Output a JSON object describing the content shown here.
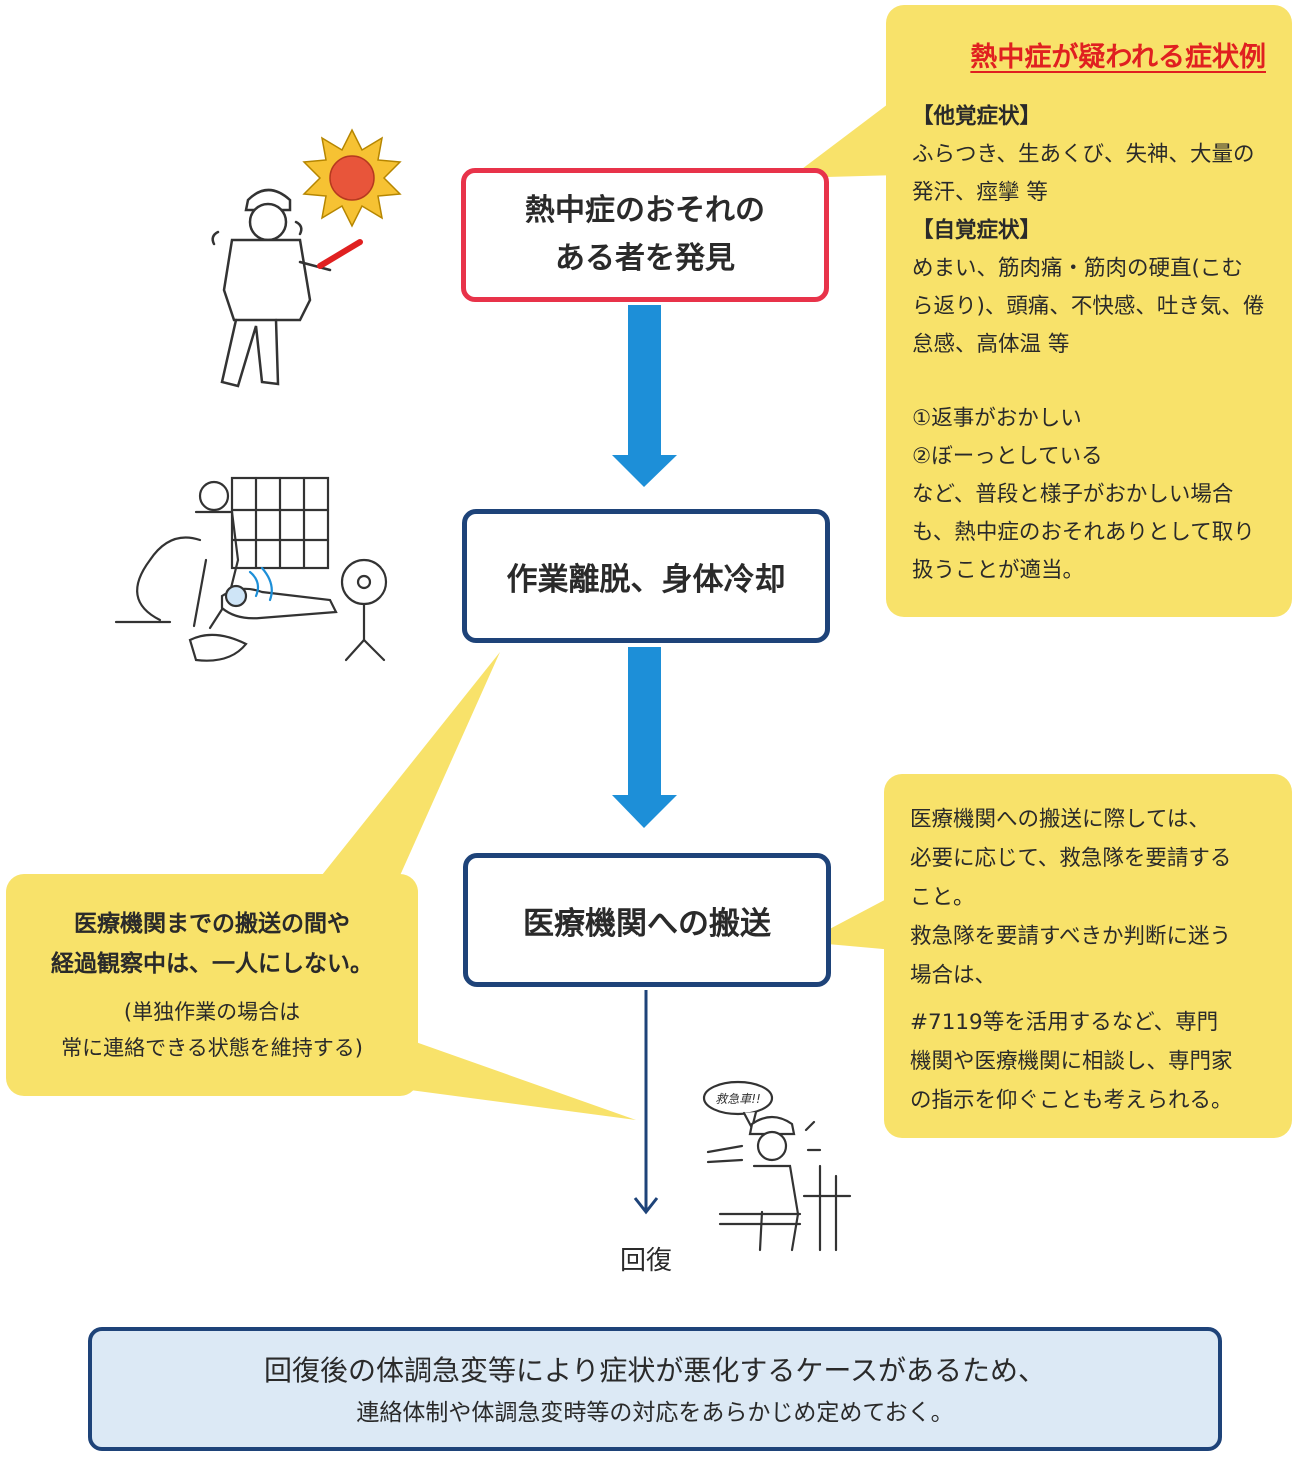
{
  "flow": {
    "step1_line1": "熱中症のおそれの",
    "step1_line2": "ある者を発見",
    "step2": "作業離脱、身体冷却",
    "step3": "医療機関への搬送",
    "end": "回復"
  },
  "symptoms": {
    "title": "熱中症が疑われる症状例",
    "lines": [
      {
        "text": "【他覚症状】",
        "bold": true
      },
      {
        "text": "ふらつき、生あくび、失神、大量の",
        "bold": false
      },
      {
        "text": "発汗、痙攣 等",
        "bold": false
      },
      {
        "text": "【自覚症状】",
        "bold": true
      },
      {
        "text": "めまい、筋肉痛・筋肉の硬直(こむ",
        "bold": false
      },
      {
        "text": "ら返り)、頭痛、不快感、吐き気、倦",
        "bold": false
      },
      {
        "text": "怠感、高体温 等",
        "bold": false
      }
    ],
    "lines2": [
      "①返事がおかしい",
      "②ぼーっとしている",
      "など、普段と様子がおかしい場合",
      "も、熱中症のおそれありとして取り",
      "扱うことが適当。"
    ]
  },
  "transport_note": {
    "lines": [
      "医療機関への搬送に際しては、",
      "必要に応じて、救急隊を要請する",
      "こと。",
      "救急隊を要請すべきか判断に迷う",
      "場合は、",
      "",
      "#7119等を活用するなど、専門",
      "機関や医療機関に相談し、専門家",
      "の指示を仰ぐことも考えられる。"
    ]
  },
  "watch_note": {
    "main1": "医療機関までの搬送の間や",
    "main2": "経過観察中は、一人にしない。",
    "sub1": "(単独作業の場合は",
    "sub2": "常に連絡できる状態を維持する)"
  },
  "bottom_note": {
    "line1": "回復後の体調急変等により症状が悪化するケースがあるため、",
    "line2": "連絡体制や体調急変時等の対応をあらかじめ定めておく。"
  },
  "illustration_text": {
    "shout": "救急車!!"
  },
  "colors": {
    "callout": "#f8e26a",
    "arrow": "#1d8fd8",
    "red_border": "#e8334a",
    "navy_border": "#1e4379",
    "bottom_fill": "#dce9f5"
  }
}
